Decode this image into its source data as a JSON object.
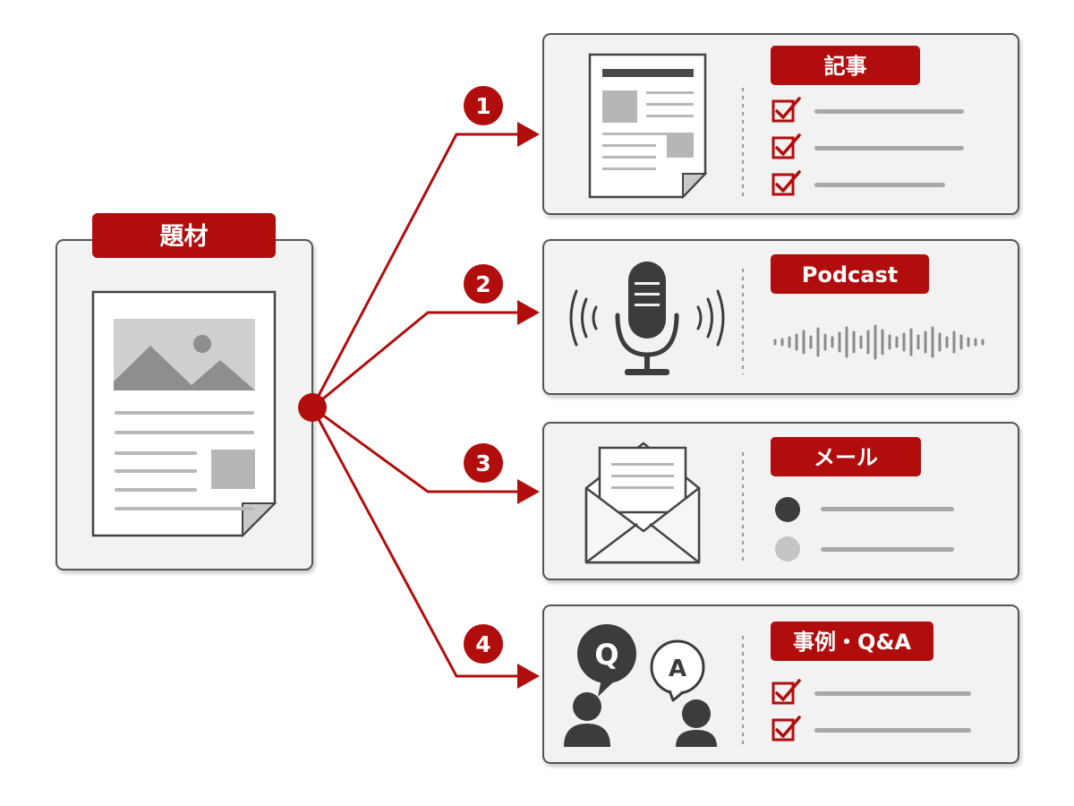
{
  "source": {
    "label": "題材"
  },
  "outputs": [
    {
      "number": "1",
      "label": "記事"
    },
    {
      "number": "2",
      "label": "Podcast"
    },
    {
      "number": "3",
      "label": "メール"
    },
    {
      "number": "4",
      "label": "事例・Q&A"
    }
  ],
  "colors": {
    "accent": "#b10d0d",
    "card_bg": "#f2f2f2",
    "card_border": "#555555",
    "icon_dark": "#3c3c3c",
    "icon_mid": "#9a9a9a",
    "icon_light": "#c4c4c4"
  }
}
